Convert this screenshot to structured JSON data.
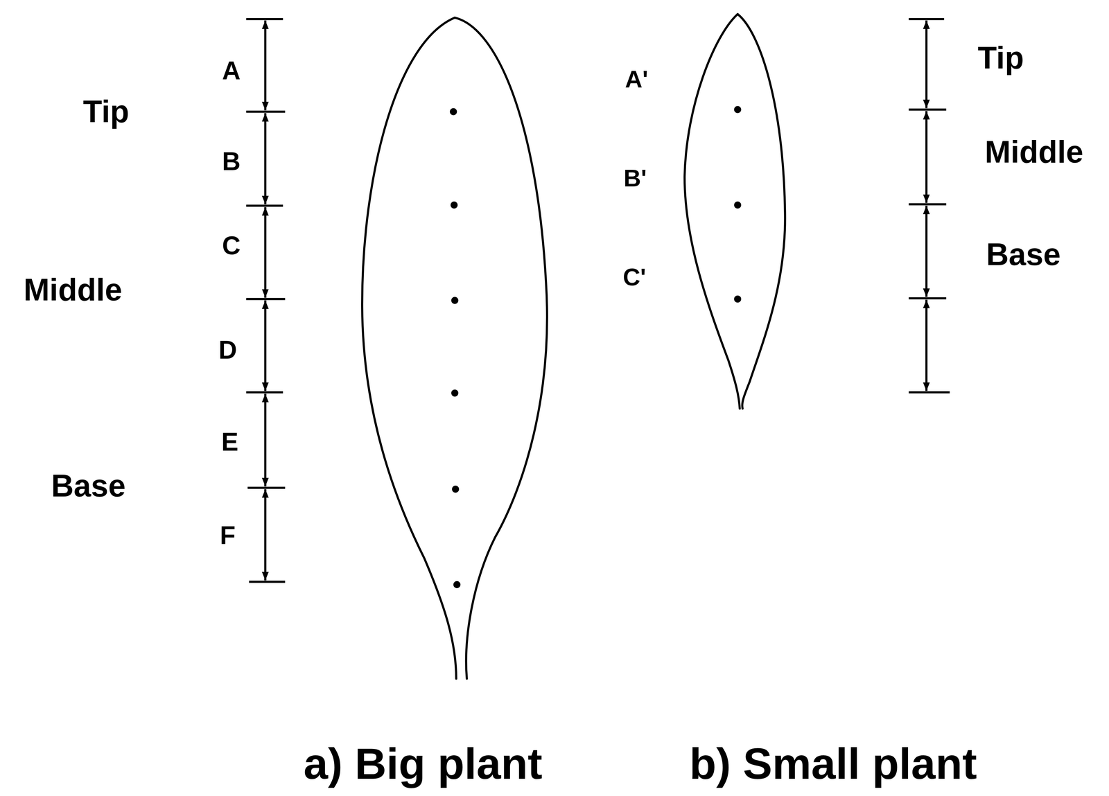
{
  "diagram": {
    "labels": [
      "Tip",
      "Middle",
      "Base",
      "A",
      "B",
      "C",
      "D",
      "E",
      "F",
      "A'",
      "B'",
      "C'",
      "Tip",
      "Middle",
      "Base",
      "a) Big plant",
      "b) Small plant"
    ]
  }
}
